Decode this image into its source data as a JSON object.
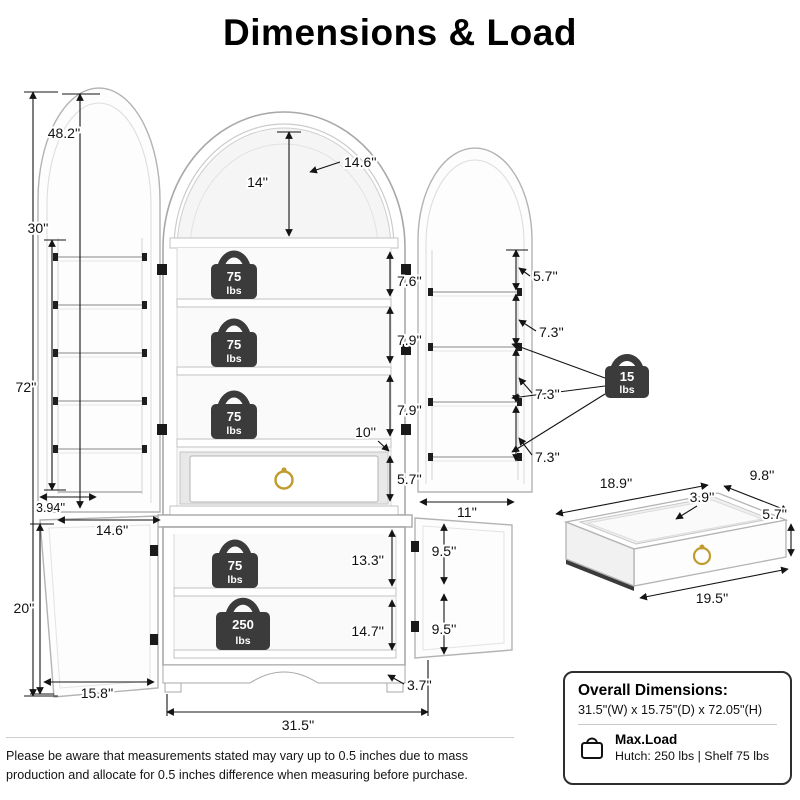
{
  "title": "Dimensions & Load",
  "upper": {
    "door_left_height": "48.2''",
    "door_left_shelf_col": "30''",
    "total_height": "72''",
    "arch_height": "14''",
    "arch_width": "14.6''",
    "shelf_gap_1": "7.6''",
    "shelf_gap_2": "7.9''",
    "shelf_gap_3": "7.9''",
    "shelf_depth": "10''",
    "drawer_height": "5.7''",
    "door_right_gap_1": "5.7''",
    "door_right_gap_2": "7.3''",
    "door_right_gap_3": "7.3''",
    "door_right_gap_4": "7.3''",
    "door_shelf_depth": "3.94''",
    "door_left_width": "14.6''",
    "door_right_width": "11''"
  },
  "lower": {
    "height": "20''",
    "door_width": "15.8''",
    "shelf_gap_1": "13.3''",
    "shelf_gap_2": "14.7''",
    "door_right_gap_1": "9.5''",
    "door_right_gap_2": "9.5''",
    "base_height": "3.7''",
    "total_width": "31.5''"
  },
  "drawer_detail": {
    "top_width": "18.9''",
    "front_lip": "3.9''",
    "depth": "9.8''",
    "height": "5.7''",
    "front_width": "19.5''"
  },
  "loads": {
    "shelf1": {
      "value": "75",
      "unit": "lbs"
    },
    "shelf2": {
      "value": "75",
      "unit": "lbs"
    },
    "shelf3": {
      "value": "75",
      "unit": "lbs"
    },
    "lower_shelf": {
      "value": "75",
      "unit": "lbs"
    },
    "bottom": {
      "value": "250",
      "unit": "lbs"
    },
    "door_shelves": {
      "value": "15",
      "unit": "lbs"
    }
  },
  "info_box": {
    "heading": "Overall Dimensions:",
    "dimensions": "31.5\"(W) x 15.75\"(D) x 72.05\"(H)",
    "max_load_label": "Max.Load",
    "max_load_value": "Hutch: 250 lbs | Shelf 75 lbs"
  },
  "disclaimer": "Please be aware that measurements stated may vary up to 0.5 inches due to mass production and allocate for 0.5 inches difference when measuring before purchase."
}
